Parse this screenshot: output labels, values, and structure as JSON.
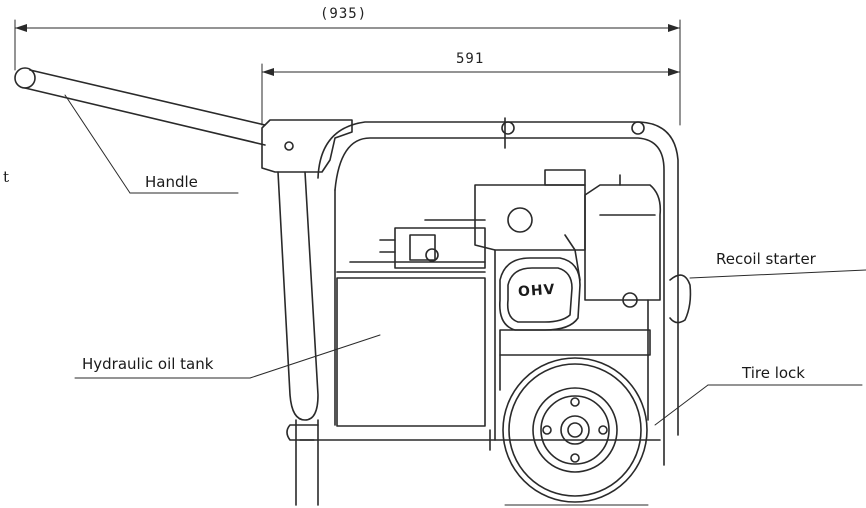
{
  "dimensions": {
    "overall": "(935)",
    "frame": "591"
  },
  "labels": {
    "handle": "Handle",
    "recoil_starter": "Recoil starter",
    "hydraulic_oil_tank": "Hydraulic oil tank",
    "tire_lock": "Tire lock",
    "edge_fragment": "t"
  },
  "engine_badge": "OHV",
  "colors": {
    "line": "#2a2a2a",
    "background": "#ffffff"
  }
}
